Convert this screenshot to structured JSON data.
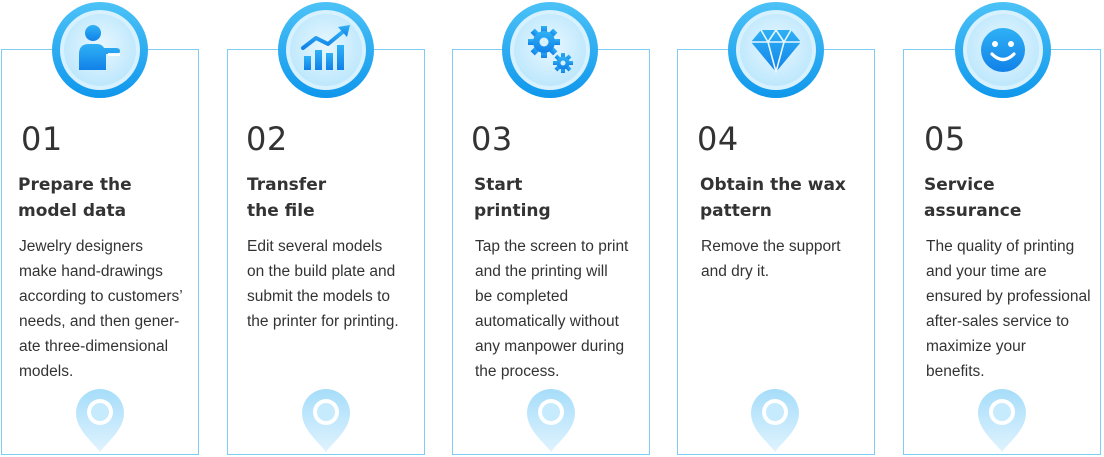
{
  "steps": [
    {
      "number": "01",
      "title": "Prepare the\nmodel data",
      "description": "Jewelry designers\nmake hand-drawings\naccording to customers’\nneeds, and then gener-\nate three-dimensional\nmodels.",
      "icon": "person-presenting-icon"
    },
    {
      "number": "02",
      "title": "Transfer\nthe file",
      "description": "Edit several models\non the build plate and\nsubmit the models to\nthe printer for printing.",
      "icon": "growth-chart-icon"
    },
    {
      "number": "03",
      "title": "Start\nprinting",
      "description": "Tap the screen to print\nand the printing will\nbe completed\nautomatically without\nany manpower during\nthe process.",
      "icon": "gears-icon"
    },
    {
      "number": "04",
      "title": "Obtain the wax\npattern",
      "description": "Remove the support\nand dry it.",
      "icon": "diamond-icon"
    },
    {
      "number": "05",
      "title": "Service\nassurance",
      "description": "The quality of printing\nand your time are\nensured by professional\nafter-sales service to\nmaximize your\nbenefits.",
      "icon": "smiley-face-icon"
    }
  ],
  "colors": {
    "border": "#7fcdf2",
    "accent": "#1aa3f0",
    "accent_light": "#aee1fb",
    "text": "#333333"
  }
}
